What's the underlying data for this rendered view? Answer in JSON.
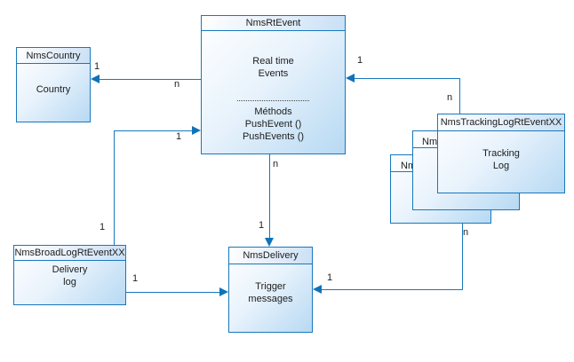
{
  "colors": {
    "stroke": "#1878bd",
    "arrow": "#0e73b9",
    "fill_light": "#ffffff",
    "fill_dark": "#b7d9f3",
    "text": "#1c1c1c"
  },
  "classes": {
    "country": {
      "title": "NmsCountry",
      "line1": "Country"
    },
    "rtevent": {
      "title": "NmsRtEvent",
      "line1": "Real time",
      "line2": "Events",
      "line3": "Méthods",
      "line4": "PushEvent ()",
      "line5": "PushEvents ()"
    },
    "tracking": {
      "title": "NmsTrackingLogRtEventXX",
      "line1": "Tracking",
      "line2": "Log"
    },
    "tracking_middle": {
      "title_fragment": "Nm"
    },
    "tracking_back": {
      "title_fragment": "Nm"
    },
    "broadlog": {
      "title": "NmsBroadLogRtEventXX",
      "line1": "Delivery",
      "line2": "log"
    },
    "delivery": {
      "title": "NmsDelivery",
      "line1": "Trigger",
      "line2": "messages"
    }
  },
  "connectors": {
    "rtevent_country": {
      "near_country": "1",
      "near_rtevent": "n"
    },
    "broadlog_rtevent": {
      "near_rtevent": "1",
      "near_broadlog": "1"
    },
    "rtevent_delivery": {
      "near_rtevent": "n",
      "near_delivery": "1"
    },
    "tracking_rtevent": {
      "near_rtevent": "1",
      "near_tracking": "n"
    },
    "tracking_delivery": {
      "near_tracking": "n",
      "near_delivery": "1"
    },
    "broadlog_delivery": {
      "near_broadlog": "1"
    }
  }
}
